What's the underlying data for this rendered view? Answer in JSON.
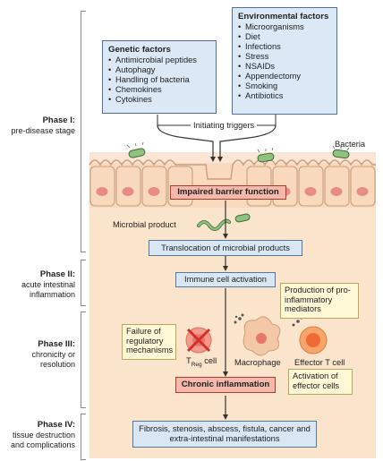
{
  "phases": [
    {
      "title": "Phase I:",
      "subtitle": "pre-disease stage"
    },
    {
      "title": "Phase II:",
      "subtitle": "acute intestinal inflammation"
    },
    {
      "title": "Phase III:",
      "subtitle": "chronicity or resolution"
    },
    {
      "title": "Phase IV:",
      "subtitle": "tissue destruction and complications"
    }
  ],
  "genetic_factors": {
    "title": "Genetic factors",
    "items": [
      "Antimicrobial peptides",
      "Autophagy",
      "Handling of bacteria",
      "Chemokines",
      "Cytokines"
    ]
  },
  "environmental_factors": {
    "title": "Environmental factors",
    "items": [
      "Microorganisms",
      "Diet",
      "Infections",
      "Stress",
      "NSAIDs",
      "Appendectomy",
      "Smoking",
      "Antibiotics"
    ]
  },
  "labels": {
    "initiating_triggers": "Initiating triggers",
    "bacteria": "Bacteria",
    "impaired_barrier": "Impaired barrier function",
    "microbial_product": "Microbial product",
    "translocation": "Translocation of microbial products",
    "immune_activation": "Immune cell activation",
    "production_mediators": "Production of pro-inflammatory mediators",
    "failure_regulatory": "Failure of regulatory mechanisms",
    "treg_main": "T",
    "treg_sub": "Reg",
    "treg_suffix": " cell",
    "macrophage": "Macrophage",
    "effector_t": "Effector T cell",
    "activation_effector": "Activation of effector cells",
    "chronic_inflammation": "Chronic inflammation",
    "outcome": "Fibrosis, stenosis, abscess, fistula, cancer and extra-intestinal manifestations"
  },
  "colors": {
    "box_blue": "#d9e7f5",
    "box_border": "#5476a2",
    "red_box": "#f4b9aa",
    "yellow_box": "#fff8d6",
    "tissue": "#fbe4cc",
    "cell": "#f9d9bd",
    "nucleus": "#e88a86"
  }
}
